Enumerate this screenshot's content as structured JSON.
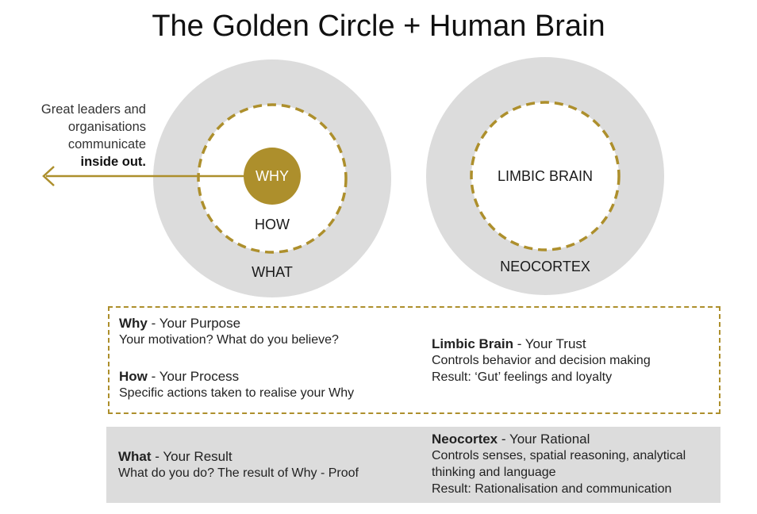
{
  "title": "The Golden Circle + Human Brain",
  "colors": {
    "gold": "#ad8f2c",
    "ring_gray": "#dcdcdc",
    "white": "#ffffff"
  },
  "golden_circle": {
    "why": "WHY",
    "how": "HOW",
    "what": "WHAT",
    "caption": {
      "line1": "Great leaders and",
      "line2": "organisations",
      "line3": "communicate",
      "line4_bold": "inside out."
    }
  },
  "brain_circle": {
    "inner": "LIMBIC BRAIN",
    "outer": "NEOCORTEX"
  },
  "details": {
    "why": {
      "term": "Why",
      "sep": " - ",
      "subtitle": "Your Purpose",
      "desc": "Your motivation? What do you believe?"
    },
    "how": {
      "term": "How",
      "sep": " - ",
      "subtitle": "Your Process",
      "desc": "Specific actions taken to realise your Why"
    },
    "limbic": {
      "term": "Limbic Brain",
      "sep": " - ",
      "subtitle": "Your Trust",
      "desc1": "Controls behavior and decision making",
      "desc2": "Result: ‘Gut’ feelings and loyalty"
    },
    "what": {
      "term": "What",
      "sep": " - ",
      "subtitle": "Your Result",
      "desc": "What do you do? The result of Why - Proof"
    },
    "neocortex": {
      "term": "Neocortex",
      "sep": " - ",
      "subtitle": "Your Rational",
      "desc1": "Controls senses, spatial reasoning, analytical",
      "desc2": "thinking and language",
      "desc3": "Result: Rationalisation and communication"
    }
  }
}
